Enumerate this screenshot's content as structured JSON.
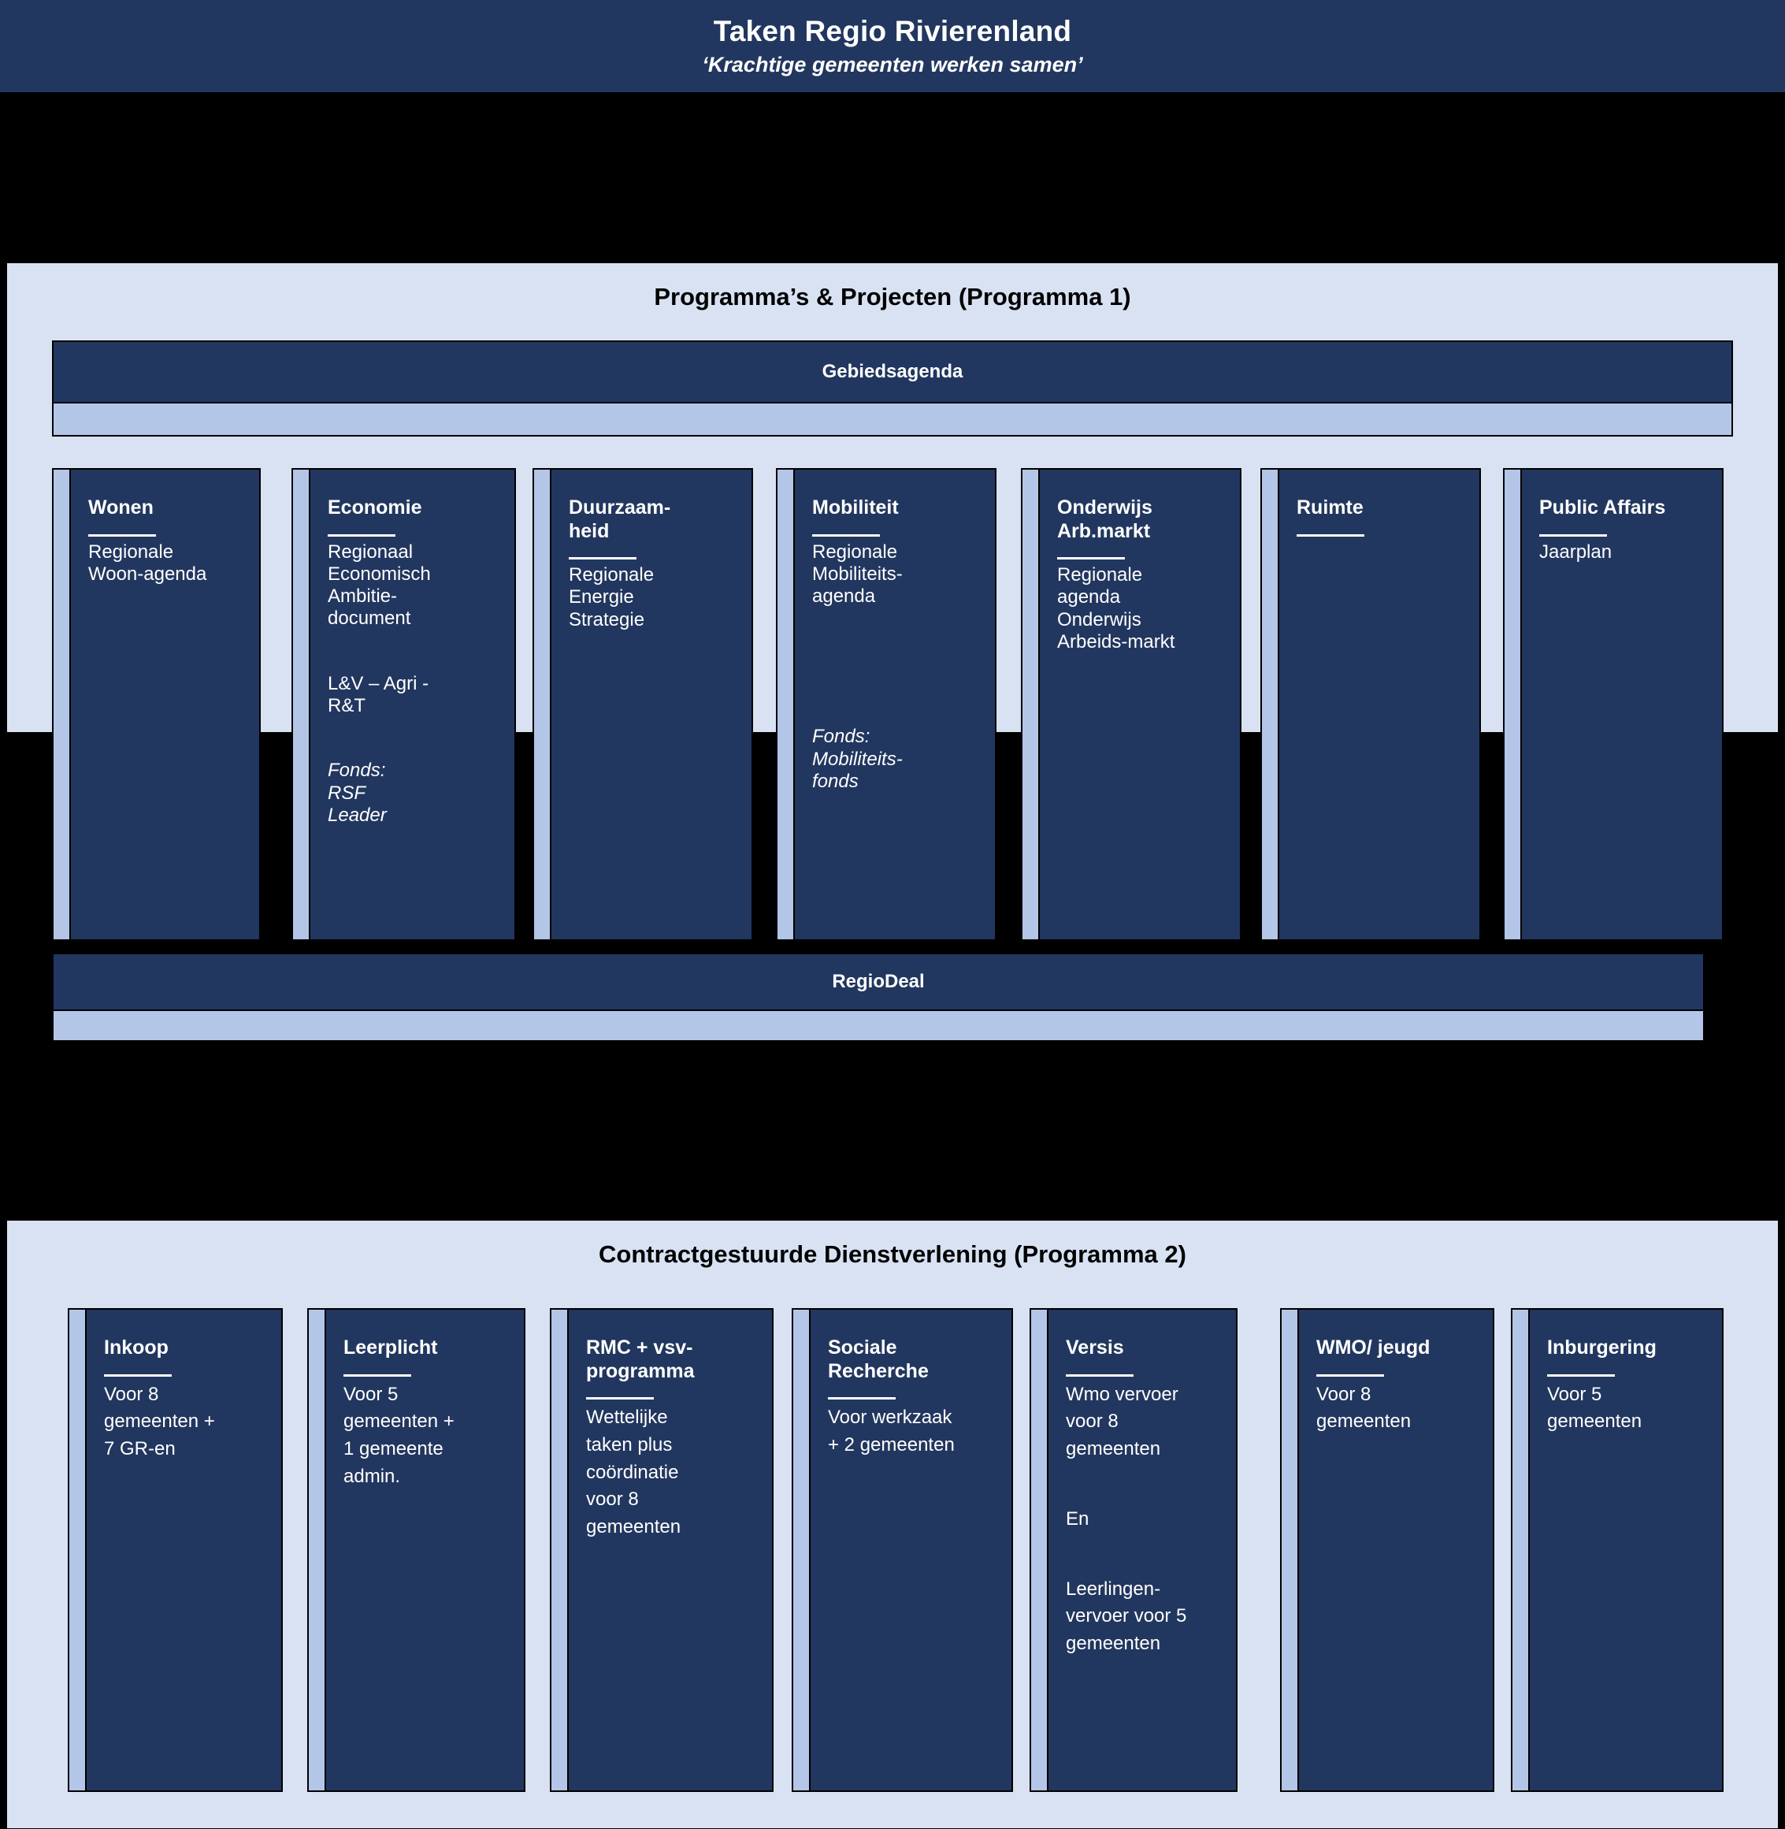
{
  "header": {
    "title": "Taken Regio Rivierenland",
    "subtitle": "‘Krachtige gemeenten werken samen’"
  },
  "colors": {
    "navy": "#22375f",
    "light_blue": "#b4c6e7",
    "panel_bg": "#d9e2f3",
    "background": "#000000",
    "text_on_navy": "#ffffff"
  },
  "programma1": {
    "title": "Programma’s & Projecten (Programma 1)",
    "top_band": {
      "label": "Gebiedsagenda"
    },
    "bottom_band": {
      "label": "RegioDeal"
    },
    "cards": [
      {
        "title": "Wonen",
        "text": "Regionale\nWoon-agenda",
        "note": ""
      },
      {
        "title": "Economie",
        "text": "Regionaal\nEconomisch\nAmbitie-\ndocument",
        "text2": "L&V – Agri -\nR&T",
        "note": "Fonds:\nRSF\nLeader"
      },
      {
        "title": "Duurzaam-\nheid",
        "text": "Regionale\nEnergie\nStrategie",
        "note": ""
      },
      {
        "title": "Mobiliteit",
        "text": "Regionale\nMobiliteits-\nagenda",
        "note": "Fonds:\nMobiliteits-\nfonds"
      },
      {
        "title": "Onderwijs\nArb.markt",
        "text": "Regionale\nagenda\nOnderwijs\nArbeids-markt",
        "note": ""
      },
      {
        "title": "Ruimte",
        "text": "",
        "note": ""
      },
      {
        "title": "Public Affairs",
        "text": "Jaarplan",
        "note": ""
      }
    ]
  },
  "programma2": {
    "title": "Contractgestuurde Dienstverlening (Programma 2)",
    "cards": [
      {
        "title": "Inkoop",
        "text": "Voor 8\ngemeenten +\n7 GR-en"
      },
      {
        "title": "Leerplicht",
        "text": "Voor 5\ngemeenten +\n1 gemeente\nadmin."
      },
      {
        "title": "RMC + vsv-\nprogramma",
        "text": "Wettelijke\ntaken plus\ncoördinatie\nvoor 8\ngemeenten"
      },
      {
        "title": "Sociale\nRecherche",
        "text": "Voor werkzaak\n+ 2 gemeenten"
      },
      {
        "title": "Versis",
        "text": "Wmo vervoer\nvoor 8\ngemeenten",
        "text2": "En",
        "text3": "Leerlingen-\nvervoer voor 5\ngemeenten"
      },
      {
        "title": "WMO/ jeugd",
        "text": "Voor 8\ngemeenten"
      },
      {
        "title": "Inburgering",
        "text": "Voor 5\ngemeenten"
      }
    ]
  }
}
